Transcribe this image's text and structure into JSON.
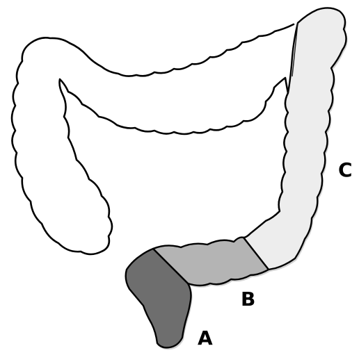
{
  "diagram": {
    "segments": [
      {
        "label": "A",
        "fill": "#6e6e6e"
      },
      {
        "label": "B",
        "fill": "#b4b4b4"
      },
      {
        "label": "C",
        "fill": "#ededed"
      }
    ]
  }
}
